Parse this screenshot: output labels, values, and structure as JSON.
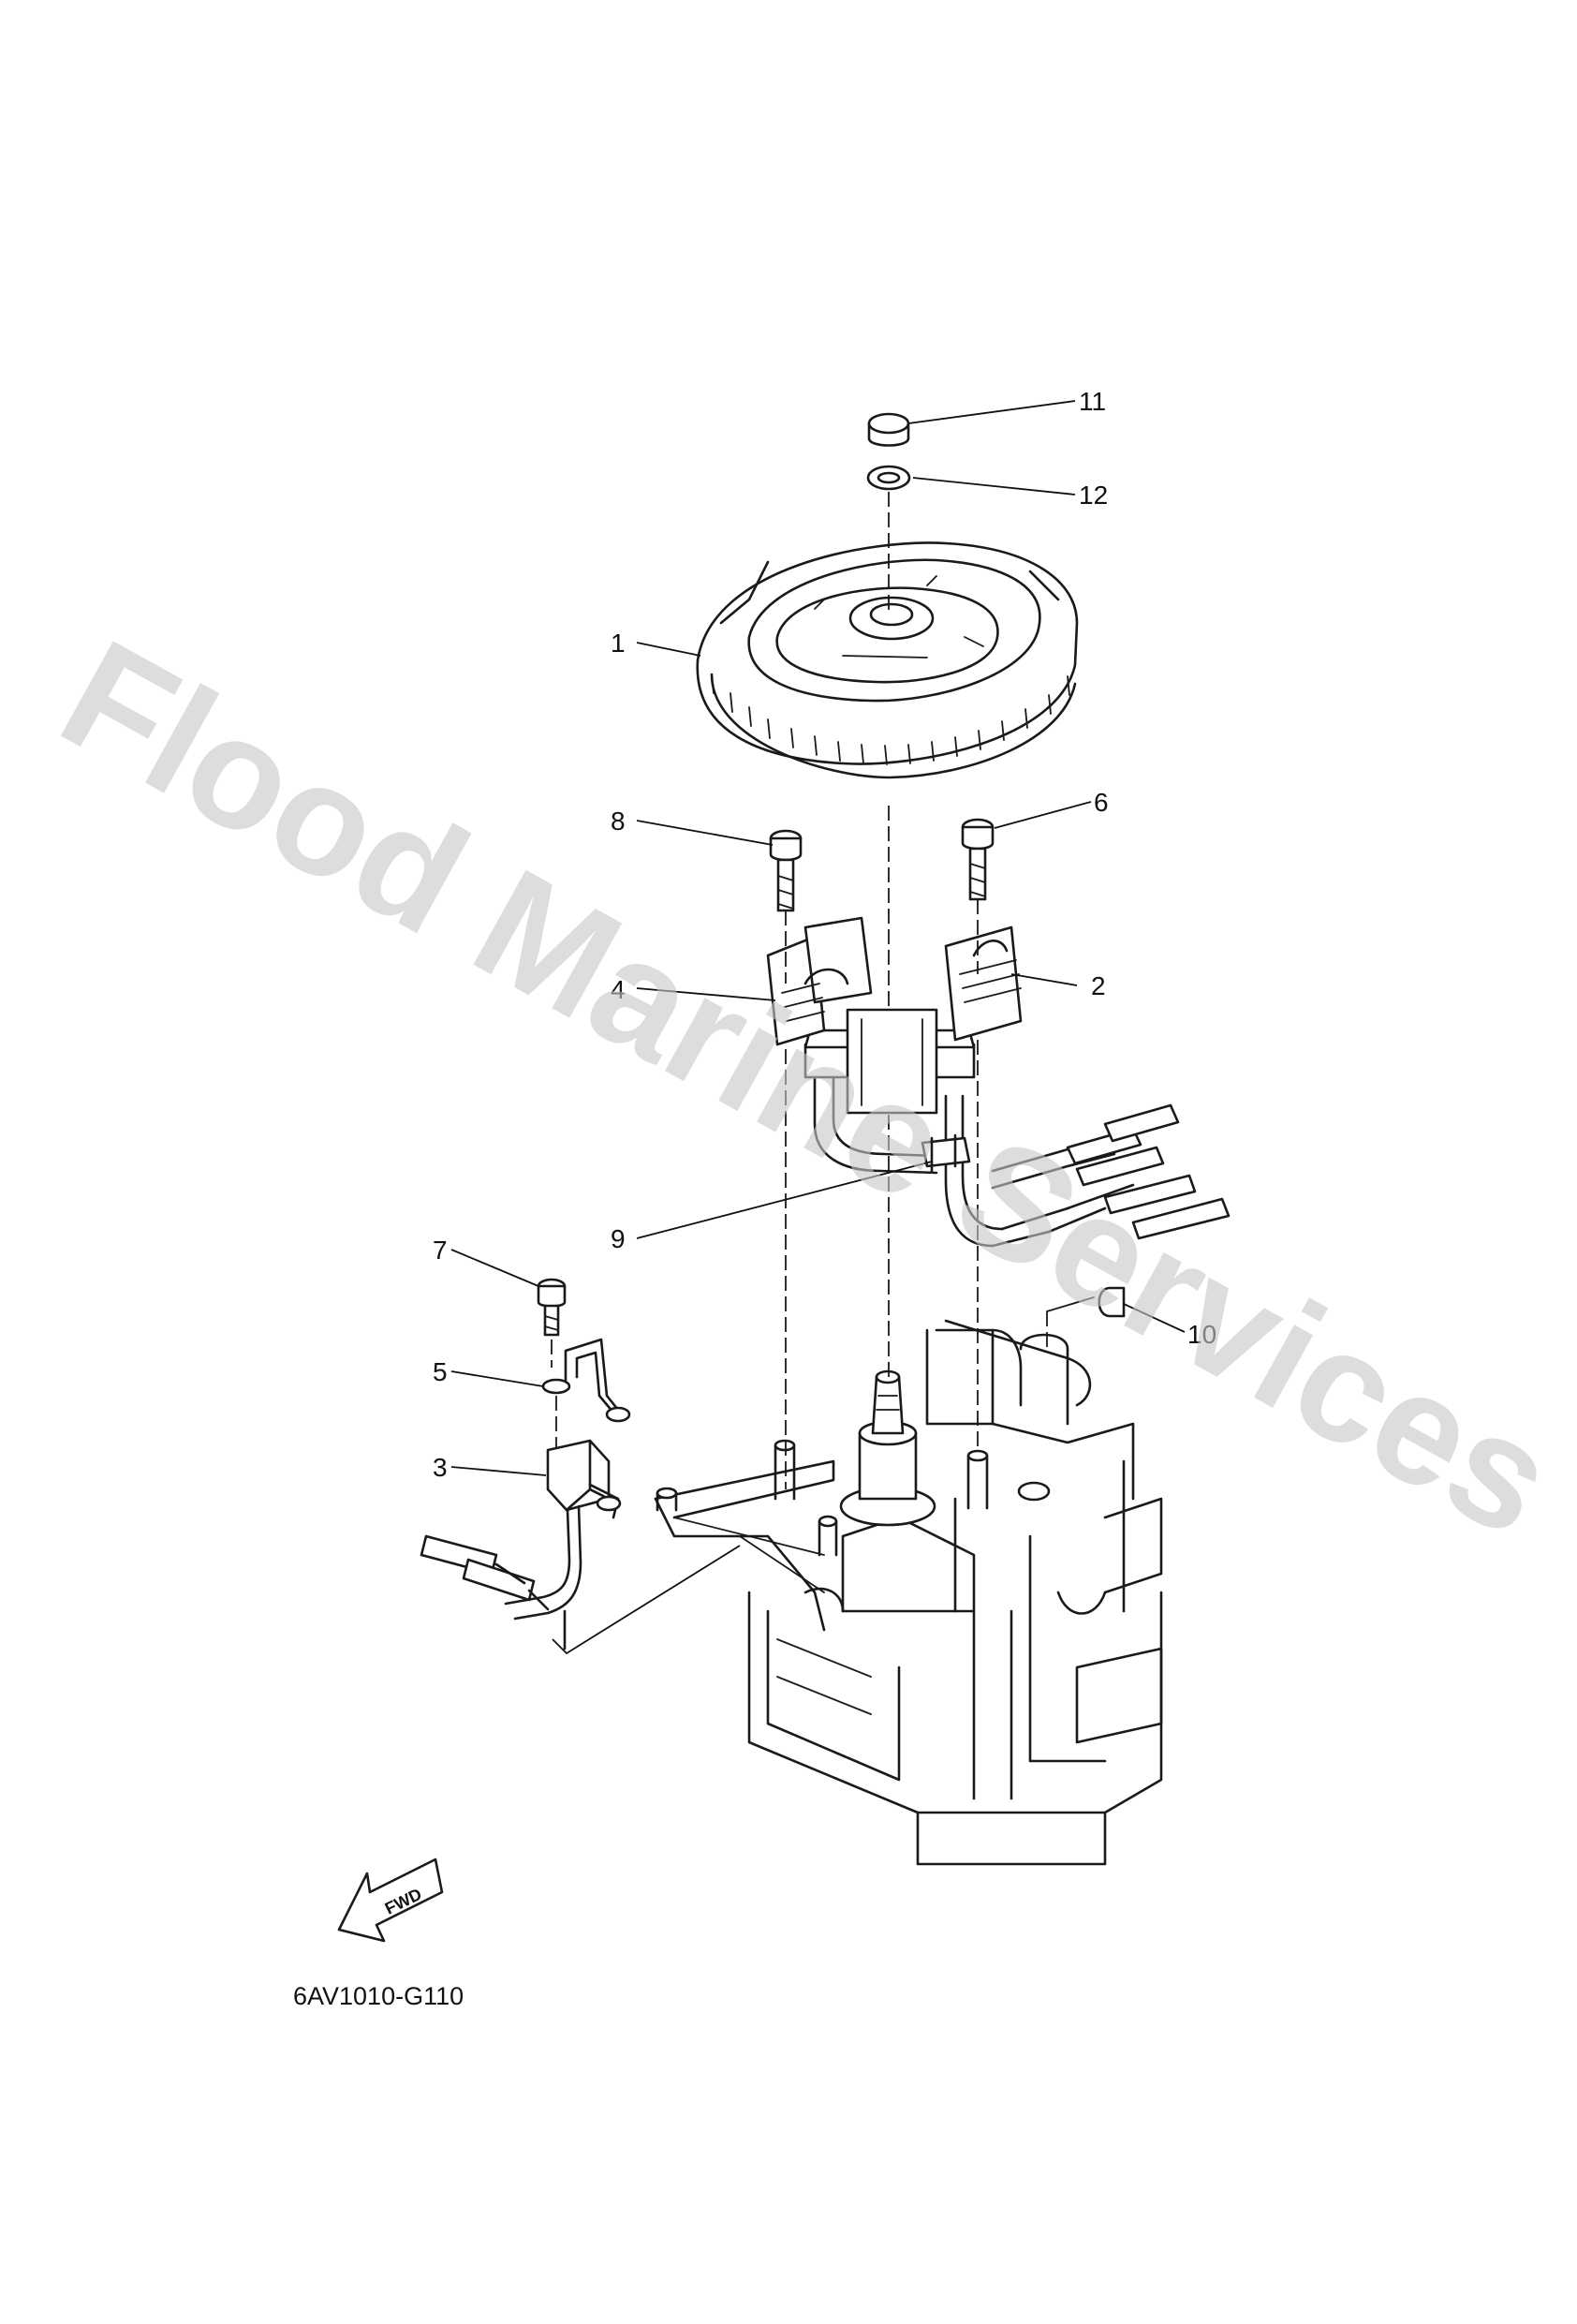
{
  "diagram": {
    "part_code": "6AV1010-G110",
    "fwd_label": "FWD",
    "watermark": "Flood Marine Services",
    "callouts": [
      "1",
      "2",
      "3",
      "4",
      "5",
      "6",
      "7",
      "8",
      "9",
      "10",
      "11",
      "12"
    ]
  }
}
